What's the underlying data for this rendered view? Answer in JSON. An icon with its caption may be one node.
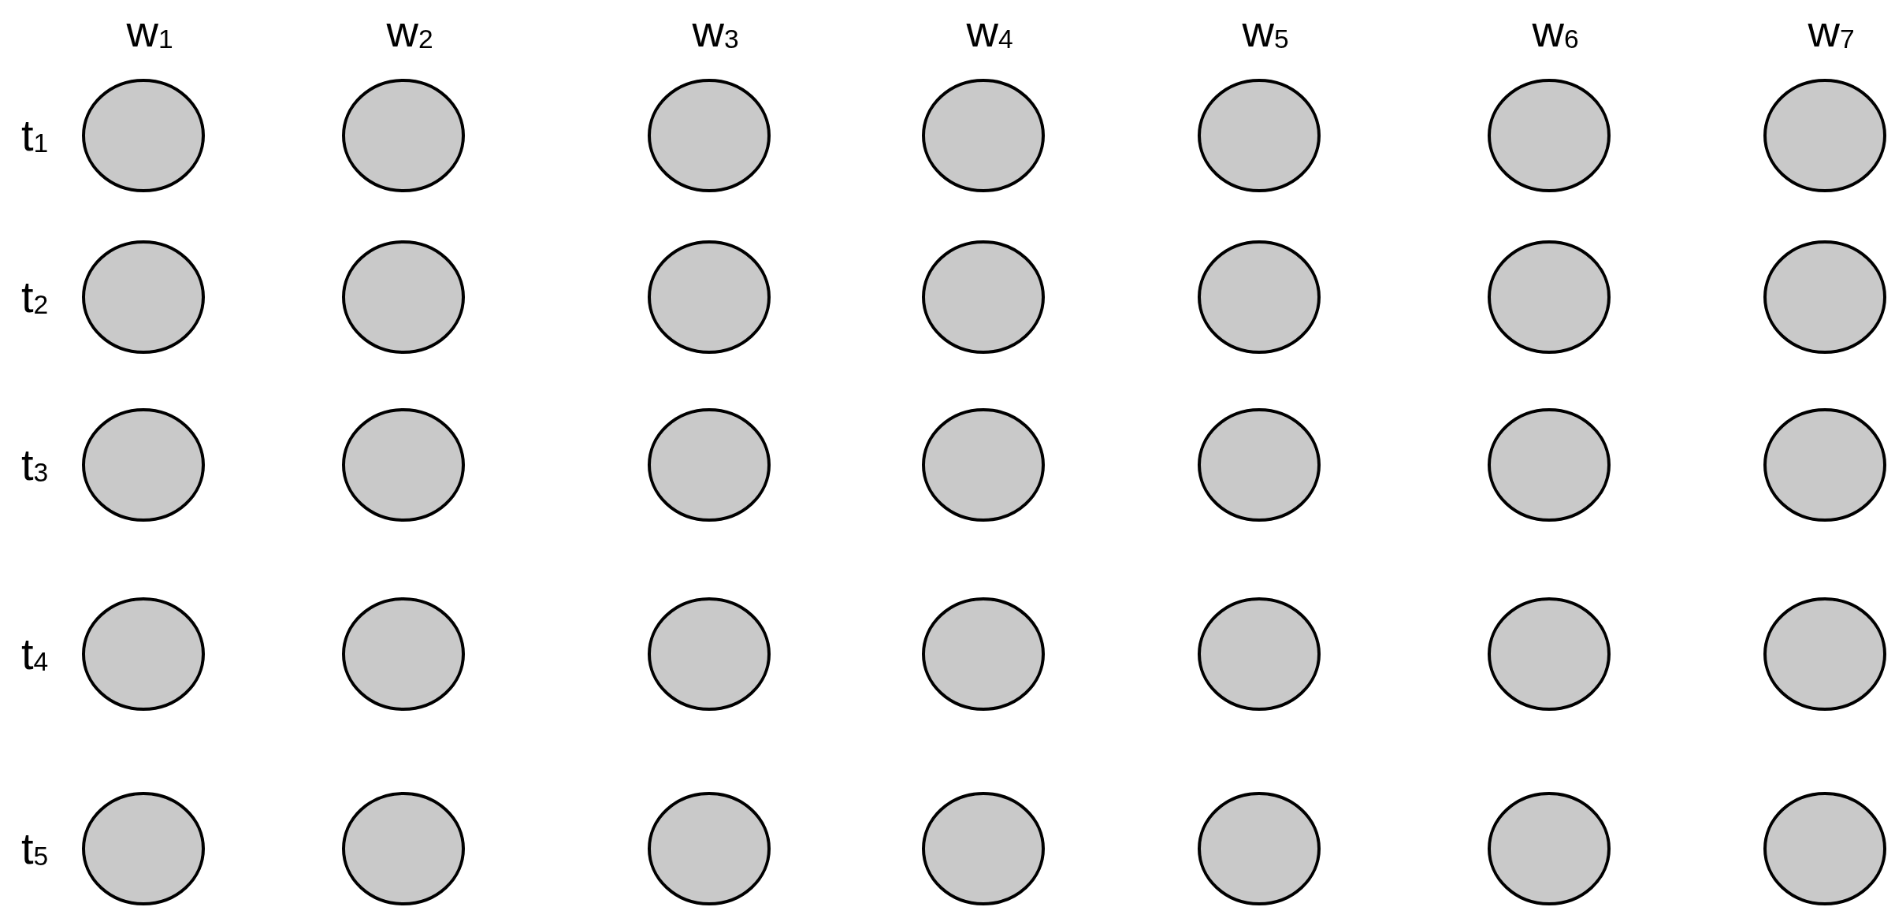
{
  "diagram": {
    "nodes": [
      {
        "text": [],
        "shape": "circle"
      },
      {
        "text": [],
        "shape": "circle"
      },
      {
        "text": [],
        "shape": "circle"
      },
      {
        "text": [],
        "shape": "circle"
      },
      {
        "text": [],
        "shape": "circle"
      },
      {
        "text": [],
        "shape": "circle"
      },
      {
        "text": [],
        "shape": "circle"
      },
      {
        "text": [],
        "shape": "circle"
      },
      {
        "text": [],
        "shape": "circle"
      },
      {
        "text": [],
        "shape": "circle"
      },
      {
        "text": [],
        "shape": "circle"
      },
      {
        "text": [],
        "shape": "circle"
      },
      {
        "text": [],
        "shape": "circle"
      },
      {
        "text": [],
        "shape": "circle"
      },
      {
        "text": [],
        "shape": "circle"
      },
      {
        "text": [],
        "shape": "circle"
      },
      {
        "text": [],
        "shape": "circle"
      },
      {
        "text": [],
        "shape": "circle"
      },
      {
        "text": [],
        "shape": "circle"
      },
      {
        "text": [],
        "shape": "circle"
      },
      {
        "text": [],
        "shape": "circle"
      },
      {
        "text": [],
        "shape": "circle"
      },
      {
        "text": [],
        "shape": "circle"
      },
      {
        "text": [],
        "shape": "circle"
      },
      {
        "text": [],
        "shape": "circle"
      },
      {
        "text": [],
        "shape": "circle"
      },
      {
        "text": [],
        "shape": "circle"
      },
      {
        "text": [],
        "shape": "circle"
      },
      {
        "text": [],
        "shape": "circle"
      },
      {
        "text": [],
        "shape": "circle"
      },
      {
        "text": [],
        "shape": "circle"
      },
      {
        "text": [],
        "shape": "circle"
      },
      {
        "text": [],
        "shape": "circle"
      },
      {
        "text": [],
        "shape": "circle"
      },
      {
        "text": [],
        "shape": "circle"
      }
    ],
    "labels": [
      "w$_{1}$",
      "w$_{2}$",
      "w$_{3}$",
      "w$_{4}$",
      "w$_{5}$",
      "w$_{6}$",
      "w$_{7}$",
      "t$_{1}$",
      "t$_{2}$",
      "t$_{3}$",
      "t$_{4}$",
      "t$_{5}$"
    ]
  }
}
